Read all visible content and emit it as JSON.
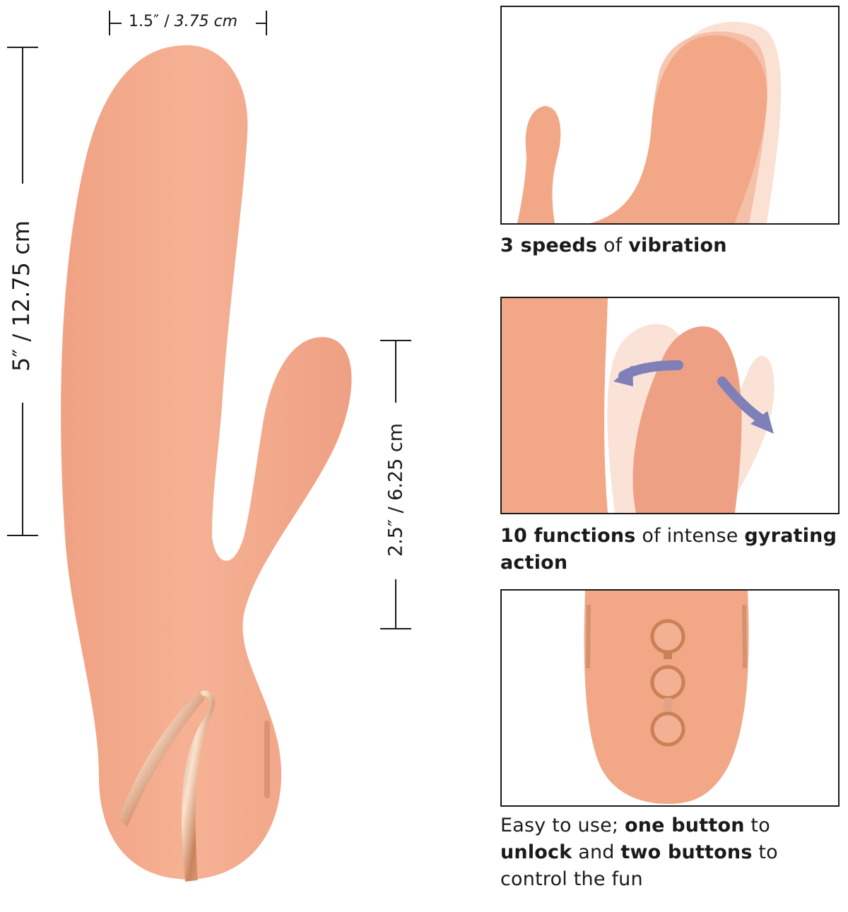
{
  "dimensions": {
    "width_label": "1.5″ / ",
    "width_label_metric": "3.75 cm",
    "length_label": "5″ / 12.75 cm",
    "arm_label": "2.5″ / 6.25 cm"
  },
  "captions": {
    "panel1": [
      {
        "text": "3 speeds",
        "bold": true
      },
      {
        "text": " of ",
        "bold": false
      },
      {
        "text": "vibration",
        "bold": true
      }
    ],
    "panel2": [
      {
        "text": "10 functions",
        "bold": true
      },
      {
        "text": " of intense ",
        "bold": false
      },
      {
        "text": "gyrating action",
        "bold": true
      }
    ],
    "panel3": [
      {
        "text": "Easy to use; ",
        "bold": false
      },
      {
        "text": "one button",
        "bold": true
      },
      {
        "text": " to ",
        "bold": false
      },
      {
        "text": "unlock",
        "bold": true
      },
      {
        "text": " and ",
        "bold": false
      },
      {
        "text": "two buttons",
        "bold": true
      },
      {
        "text": " to control the fun",
        "bold": false
      }
    ]
  },
  "colors": {
    "body": "#f4ab8c",
    "body_shade": "#e8977a",
    "gold": "#d99a72",
    "arrow": "#7f80b8",
    "line": "#1a1a1a"
  }
}
